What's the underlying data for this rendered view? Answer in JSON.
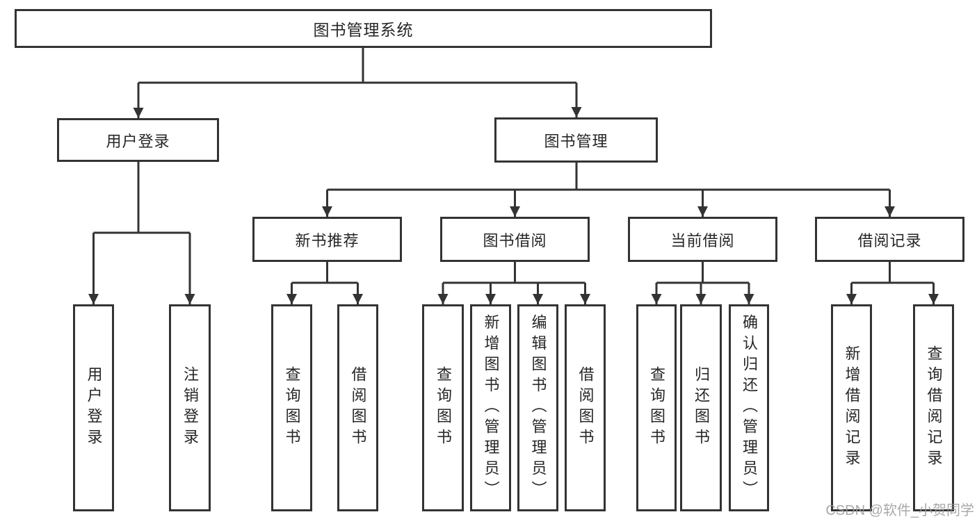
{
  "diagram": {
    "root": {
      "label": "图书管理系统",
      "children": [
        {
          "label": "用户登录",
          "children": [
            {
              "label": "用户登录"
            },
            {
              "label": "注销登录"
            }
          ]
        },
        {
          "label": "图书管理",
          "children": [
            {
              "label": "新书推荐",
              "children": [
                {
                  "label": "查询图书"
                },
                {
                  "label": "借阅图书"
                }
              ]
            },
            {
              "label": "图书借阅",
              "children": [
                {
                  "label": "查询图书"
                },
                {
                  "label": "新增图书（管理员）"
                },
                {
                  "label": "编辑图书（管理员）"
                },
                {
                  "label": "借阅图书"
                }
              ]
            },
            {
              "label": "当前借阅",
              "children": [
                {
                  "label": "查询图书"
                },
                {
                  "label": "归还图书"
                },
                {
                  "label": "确认归还（管理员）"
                }
              ]
            },
            {
              "label": "借阅记录",
              "children": [
                {
                  "label": "新增借阅记录"
                },
                {
                  "label": "查询借阅记录"
                }
              ]
            }
          ]
        }
      ]
    }
  },
  "watermark": {
    "text": "CSDN @软件_小贺同学"
  },
  "colors": {
    "line": "#333333",
    "box_border": "#333333",
    "text": "#262626",
    "watermark": "#9a9a9a",
    "background": "#ffffff"
  }
}
